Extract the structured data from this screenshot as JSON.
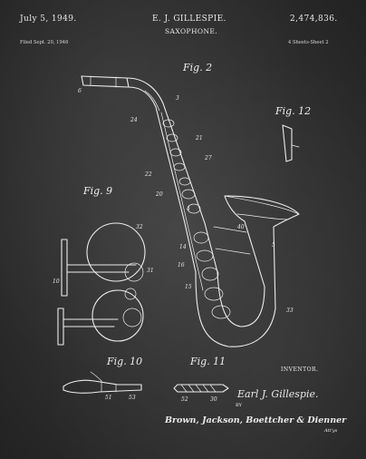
{
  "header": {
    "date": "July 5, 1949.",
    "inventor": "E. J. GILLESPIE.",
    "patent_number": "2,474,836.",
    "title": "SAXOPHONE.",
    "filed": "Filed Sept. 20, 1946",
    "sheets": "4 Sheets-Sheet 2"
  },
  "figures": {
    "fig2": "Fig. 2",
    "fig9": "Fig. 9",
    "fig10": "Fig. 10",
    "fig11": "Fig. 11",
    "fig12": "Fig. 12"
  },
  "signature": {
    "inventor_label": "INVENTOR.",
    "inventor_name": "Earl J. Gillespie.",
    "by_label": "BY",
    "attorneys": "Brown, Jackson, Boettcher & Dienner",
    "attys_short": "Att'ys"
  },
  "reference_numerals": {
    "n6": "6",
    "n3": "3",
    "n24": "24",
    "n21": "21",
    "n27": "27",
    "n22": "22",
    "n20": "20",
    "n4": "4",
    "n5": "5",
    "n40": "40",
    "n14": "14",
    "n16": "16",
    "n15": "15",
    "n33": "33",
    "n32": "32",
    "n31": "31",
    "n10": "10",
    "n51": "51",
    "n53": "53",
    "n52": "52",
    "n30": "30"
  },
  "colors": {
    "chalkboard": "#333333",
    "chalk": "#ececec"
  }
}
